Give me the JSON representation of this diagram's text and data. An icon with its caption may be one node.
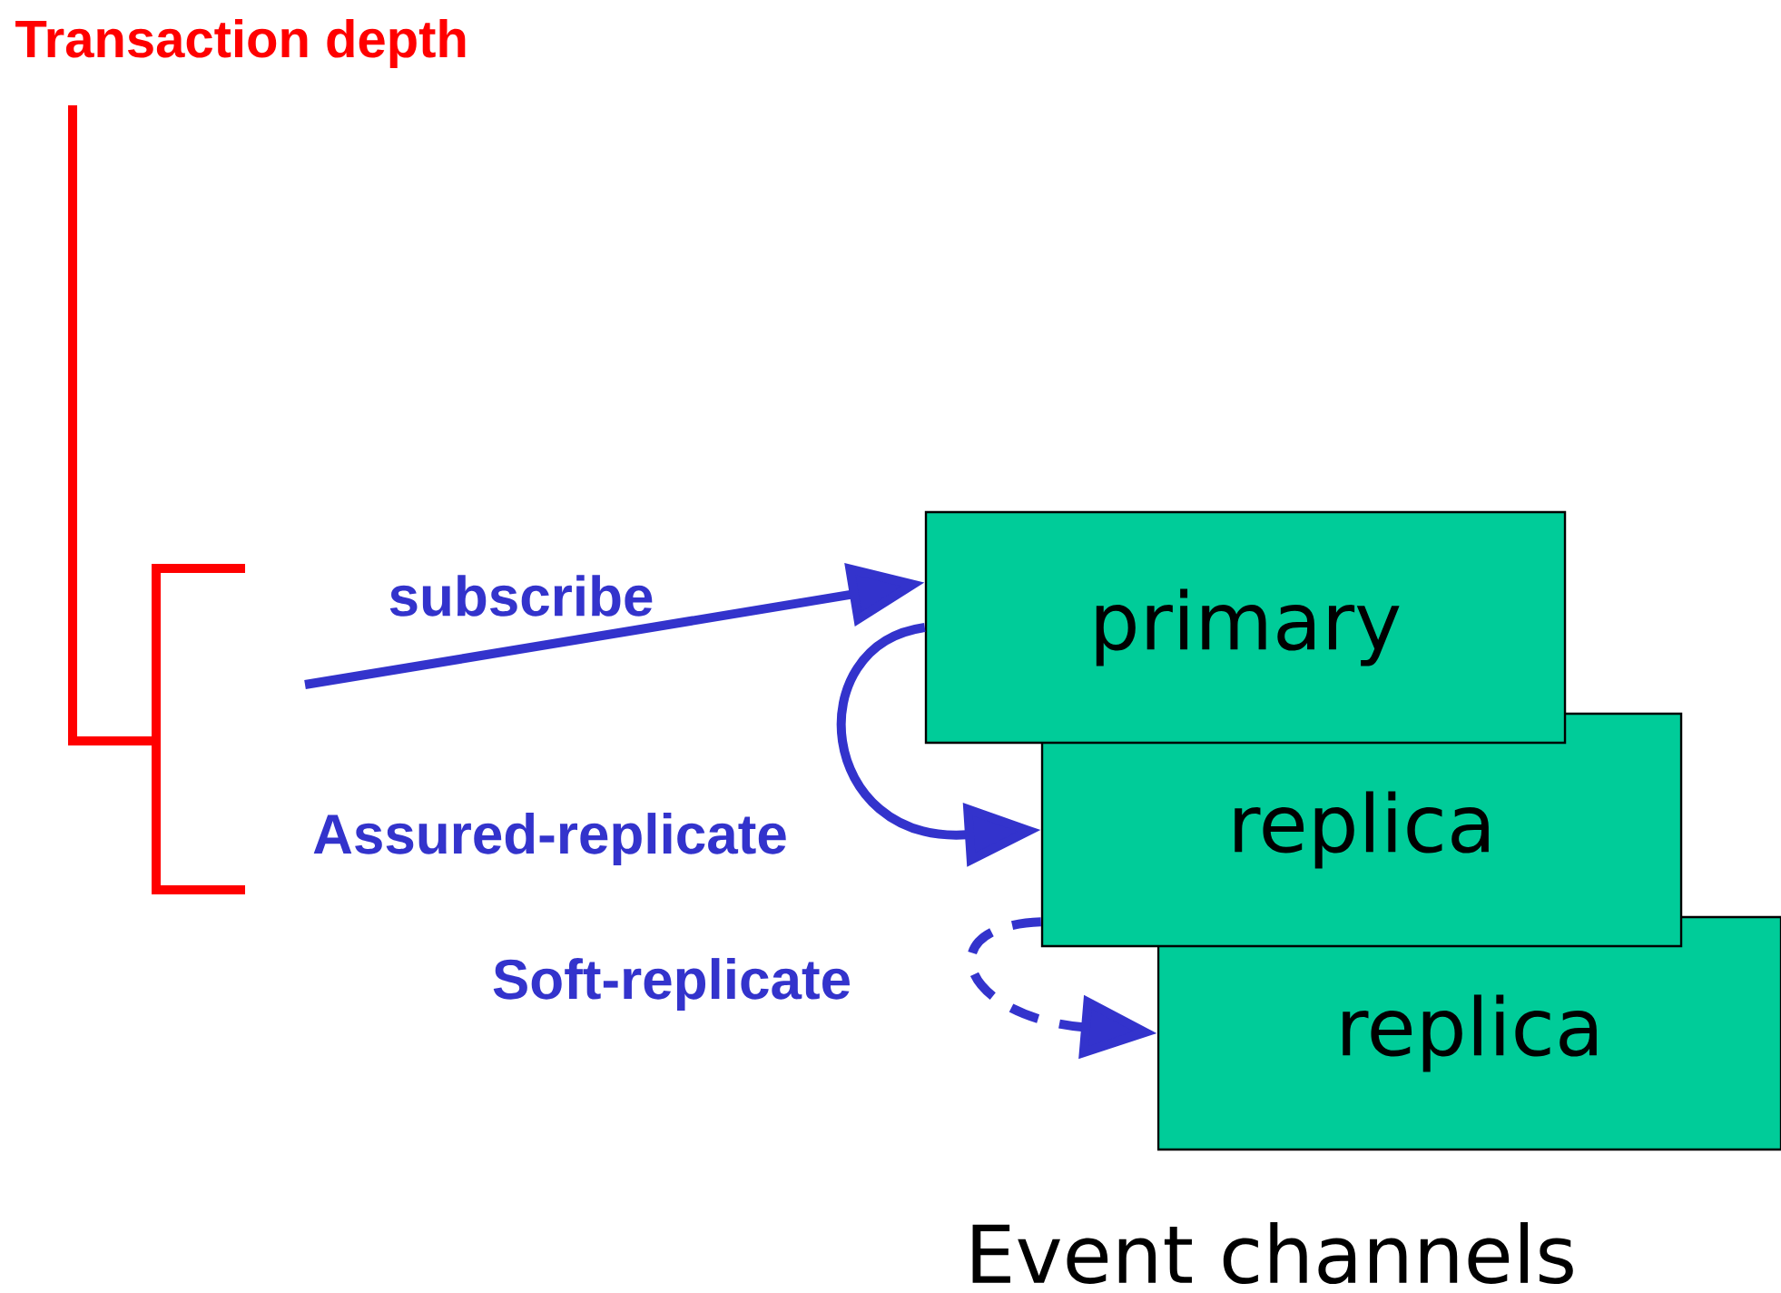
{
  "diagram": {
    "nodes": [
      {
        "text": [
          "primary"
        ]
      },
      {
        "text": [
          "replica"
        ]
      },
      {
        "text": [
          "replica"
        ]
      }
    ],
    "edges": [
      {
        "from": null,
        "to": 0,
        "arrow": "to",
        "label": "subscribe"
      },
      {
        "from": 0,
        "to": 1,
        "arrow": "to",
        "label": "Assured-replicate"
      },
      {
        "from": 1,
        "to": 2,
        "arrow": "to",
        "label": "Soft-replicate",
        "style": "dashed"
      }
    ],
    "labels": [
      "Transaction depth",
      "Event channels"
    ]
  }
}
